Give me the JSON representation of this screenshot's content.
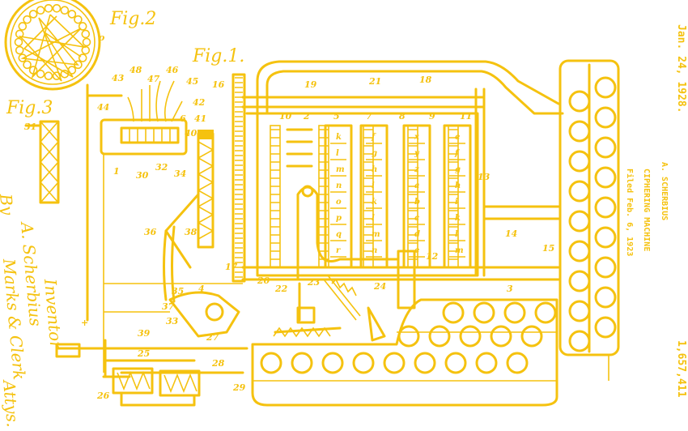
{
  "header": {
    "date": "Jan. 24, 1928.",
    "inventor": "A. SCHERBIUS",
    "title": "CIPHERING MACHINE",
    "filed": "Filed Feb. 6, 1923",
    "patent_number": "1,657,411"
  },
  "figures": {
    "fig1": "Fig.1.",
    "fig2": "Fig.2",
    "fig3": "Fig.3"
  },
  "signature": {
    "line1": "Inventor",
    "line2": "A. Scherbius",
    "line3": "By",
    "line4": "Marks & Clerk",
    "line5": "Attys."
  },
  "reference_numerals": [
    "43",
    "48",
    "47",
    "46",
    "45",
    "44",
    "42",
    "41",
    "40",
    "16",
    "19",
    "21",
    "18",
    "10",
    "2",
    "5",
    "7",
    "8",
    "9",
    "11",
    "13",
    "14",
    "15",
    "12",
    "17",
    "20",
    "22",
    "23",
    "24",
    "3",
    "1",
    "30",
    "32",
    "34",
    "36",
    "38",
    "35",
    "37",
    "39",
    "25",
    "26",
    "27",
    "28",
    "29",
    "31",
    "33",
    "4",
    "6"
  ],
  "rotor_letters": [
    [
      "k",
      "l",
      "m",
      "n",
      "o",
      "p",
      "q",
      "r"
    ],
    [
      "f",
      "g",
      "h",
      "i",
      "k",
      "l",
      "m",
      "n"
    ],
    [
      "x",
      "y",
      "z",
      "a",
      "b",
      "c",
      "d",
      "e"
    ],
    [
      "e",
      "f",
      "g",
      "h",
      "i",
      "k",
      "l",
      "m"
    ]
  ],
  "colors": {
    "ink": "#f5c20f",
    "paper": "#ffffff"
  }
}
